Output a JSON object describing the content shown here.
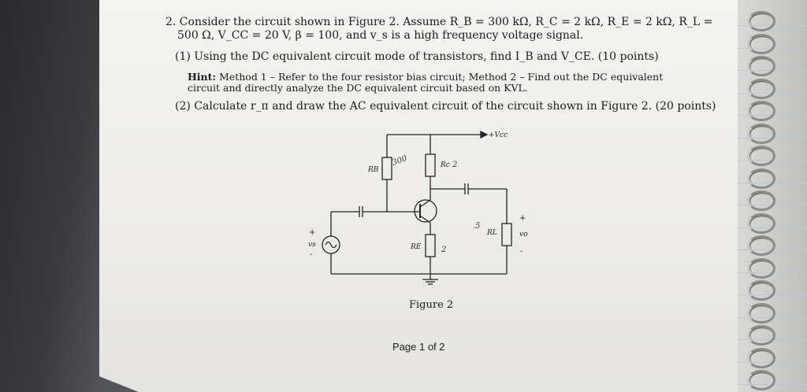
{
  "question": {
    "line1": "2. Consider the circuit shown in Figure 2. Assume R_B = 300 kΩ, R_C = 2 kΩ, R_E = 2 kΩ, R_L =",
    "line2": "500 Ω, V_CC = 20 V, β = 100, and v_s is a high frequency voltage signal.",
    "part1": "(1) Using the DC equivalent circuit mode of transistors, find I_B and V_CE. (10 points)",
    "hint_label": "Hint:",
    "hint_line1": "Method 1 – Refer to the four resistor bias circuit; Method 2 – Find out the DC equivalent",
    "hint_line2": "circuit and directly analyze the DC equivalent circuit based on KVL.",
    "part2": "(2) Calculate r_π and draw the AC equivalent circuit of the circuit shown in Figure 2. (20 points)"
  },
  "figure": {
    "vcc_label": "+Vcc",
    "rb_label": "RB",
    "rc_label": "Rc",
    "re_label": "RE",
    "rl_label": "RL",
    "vs_label": "vs",
    "vo_label": "vo",
    "plus": "+",
    "minus": "-",
    "caption": "Figure 2",
    "handwritten_rb": "300",
    "handwritten_rc": "2",
    "handwritten_re": "2",
    "handwritten_rl": ".5"
  },
  "footer": {
    "page_text": "Page 1 of 2"
  }
}
